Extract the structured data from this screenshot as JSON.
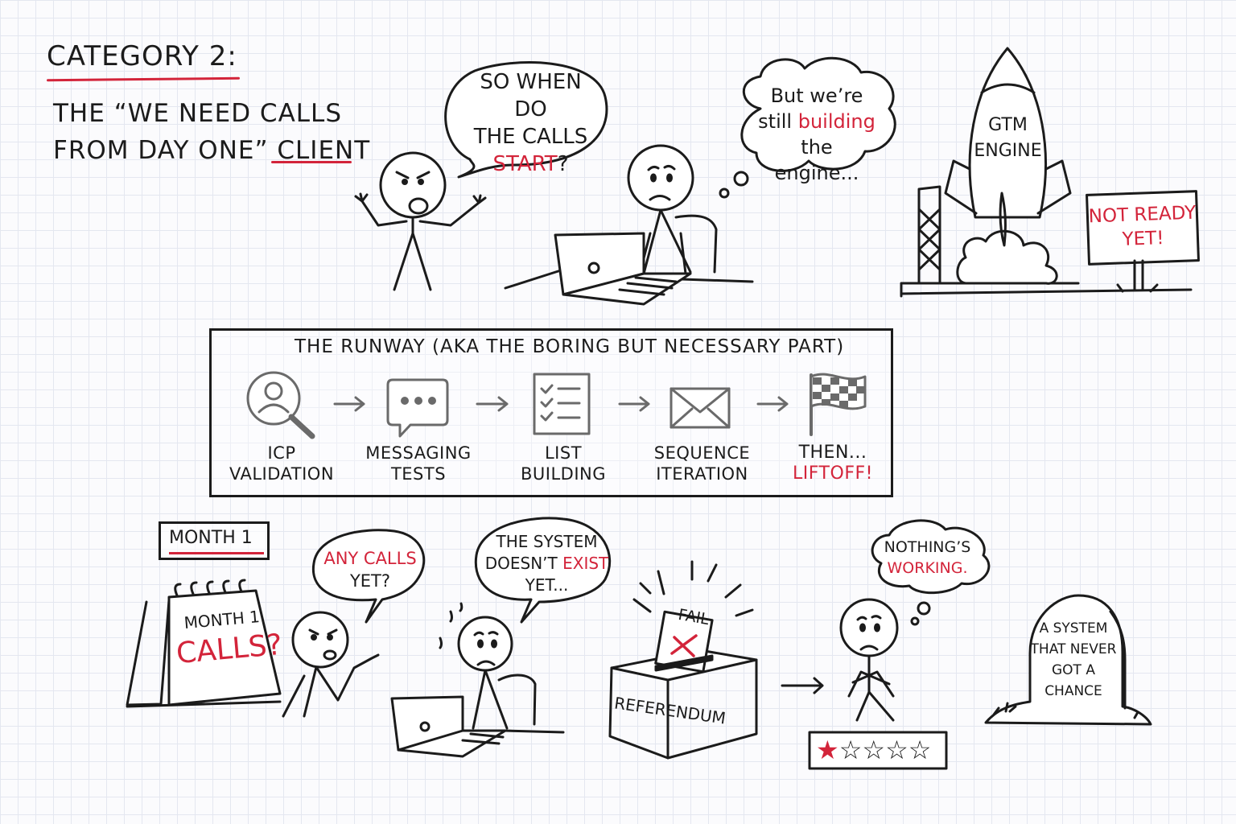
{
  "header": {
    "title": "CATEGORY 2:",
    "subtitle_line1": "THE “WE NEED CALLS",
    "subtitle_line2_a": "FROM DAY ONE” ",
    "subtitle_line2_b": "CLIENT"
  },
  "scene_top": {
    "client_speech_line1": "SO WHEN DO",
    "client_speech_line2": "THE CALLS",
    "client_speech_line3": "START",
    "client_speech_q": "?",
    "builder_thought_line1": "But we’re",
    "builder_thought_line2a": "still ",
    "builder_thought_line2b": "building",
    "builder_thought_line3": "the engine...",
    "rocket_label_line1": "GTM",
    "rocket_label_line2": "ENGINE",
    "sign_line1": "NOT READY",
    "sign_line2": "YET!"
  },
  "runway": {
    "title": "THE RUNWAY (AKA THE BORING BUT NECESSARY PART)",
    "steps": [
      {
        "line1": "ICP",
        "line2": "VALIDATION",
        "icon": "magnifier-person-icon"
      },
      {
        "line1": "MESSAGING",
        "line2": "TESTS",
        "icon": "chat-bubble-icon"
      },
      {
        "line1": "LIST",
        "line2": "BUILDING",
        "icon": "checklist-icon"
      },
      {
        "line1": "SEQUENCE",
        "line2": "ITERATION",
        "icon": "envelope-icon"
      },
      {
        "line1": "THEN...",
        "line2": "LIFTOFF!",
        "icon": "checkered-flag-icon"
      }
    ]
  },
  "scene_bottom": {
    "month_tag": "MONTH 1",
    "calendar_line1": "MONTH 1",
    "calendar_line2": "CALLS?",
    "client_speech_line1": "ANY CALLS",
    "client_speech_line2": "YET?",
    "builder_speech_line1": "THE SYSTEM",
    "builder_speech_line2a": "DOESN’T ",
    "builder_speech_line2b": "EXIST",
    "builder_speech_line3": "YET...",
    "ballot_paper": "FAIL",
    "ballot_box": "REFERENDUM",
    "thought_line1": "NOTHING’S",
    "thought_line2": "WORKING.",
    "rating": {
      "filled": 1,
      "total": 5
    },
    "tombstone_line1": "A SYSTEM",
    "tombstone_line2": "THAT NEVER",
    "tombstone_line3": "GOT A CHANCE"
  },
  "colors": {
    "accent": "#d3243a",
    "ink": "#1b1b1b",
    "grid": "#e4e7f0"
  }
}
